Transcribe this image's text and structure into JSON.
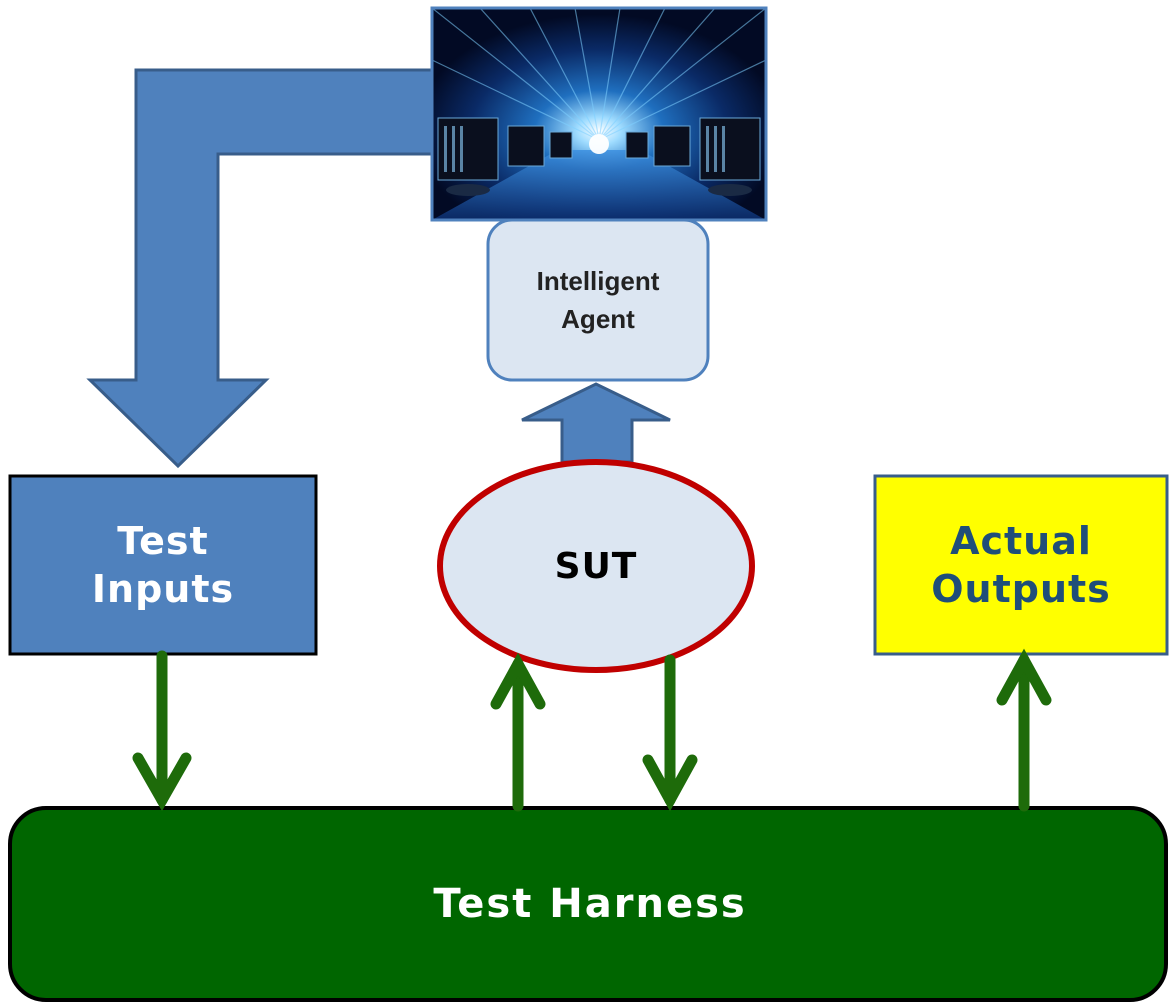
{
  "nodes": {
    "agent_label": "Intelligent\nAgent",
    "sut_label": "SUT",
    "test_inputs_label": "Test\nInputs",
    "actual_outputs_label": "Actual\nOutputs",
    "harness_label": "Test Harness"
  },
  "colors": {
    "blue_arrow": "#4f81bd",
    "blue_arrow_border": "#385d8a",
    "test_inputs_fill": "#4f81bd",
    "actual_outputs_fill": "#ffff00",
    "actual_outputs_text": "#1f4e79",
    "sut_fill": "#dce6f2",
    "sut_border": "#c00000",
    "agent_fill": "#dce6f2",
    "agent_border": "#4f81bd",
    "harness_fill": "#006600",
    "green_arrow": "#1e6b0a"
  },
  "icons": {
    "agent_image": "digital-tunnel-image"
  }
}
